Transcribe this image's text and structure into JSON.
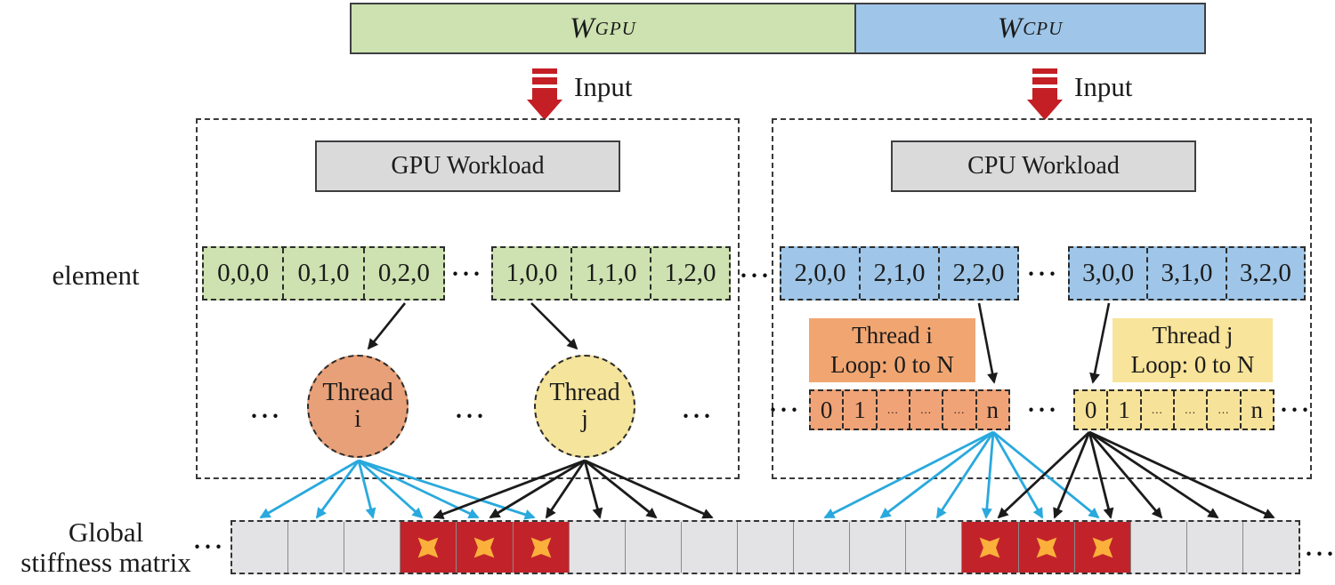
{
  "workload_bars": {
    "gpu": {
      "symbol": "W",
      "subscript": "GPU"
    },
    "cpu": {
      "symbol": "W",
      "subscript": "CPU"
    }
  },
  "input_label": "Input",
  "element_label": "element",
  "ellipsis": "···",
  "gpu_panel": {
    "title": "GPU Workload",
    "element_cells_a": [
      "0,0,0",
      "0,1,0",
      "0,2,0"
    ],
    "element_cells_b": [
      "1,0,0",
      "1,1,0",
      "1,2,0"
    ],
    "thread_i": {
      "line1": "Thread",
      "line2": "i"
    },
    "thread_j": {
      "line1": "Thread",
      "line2": "j"
    }
  },
  "cpu_panel": {
    "title": "CPU Workload",
    "element_cells_a": [
      "2,0,0",
      "2,1,0",
      "2,2,0"
    ],
    "element_cells_b": [
      "3,0,0",
      "3,1,0",
      "3,2,0"
    ],
    "thread_i_box": {
      "line1": "Thread i",
      "line2": "Loop: 0 to N"
    },
    "thread_j_box": {
      "line1": "Thread j",
      "line2": "Loop: 0 to N"
    },
    "loop_cells_i": [
      "0",
      "1",
      "...",
      "...",
      "...",
      "n"
    ],
    "loop_cells_j": [
      "0",
      "1",
      "...",
      "...",
      "...",
      "n"
    ]
  },
  "matrix": {
    "label_line1": "Global",
    "label_line2": "stiffness matrix",
    "cells": [
      "gray",
      "gray",
      "gray",
      "red",
      "red",
      "red",
      "gray",
      "gray",
      "gray",
      "gray",
      "gray",
      "gray",
      "gray",
      "red",
      "red",
      "red",
      "gray",
      "gray",
      "gray"
    ]
  },
  "colors": {
    "gpu_green": "#cde2b0",
    "cpu_blue": "#9fc6e8",
    "thread_orange": "#e8a078",
    "thread_yellow": "#f5e49c",
    "loop_box_orange": "#f1a672",
    "loop_box_yellow": "#f8e49a",
    "loop_row_orange": "#f0a377",
    "loop_row_yellow": "#f7e299",
    "conflict_red": "#c2232a",
    "star_yellow": "#fbb03b",
    "input_arrow_red": "#c41f25",
    "arrow_blue": "#29a9dd",
    "arrow_black": "#1b1b1b",
    "matrix_gray": "#e3e3e5",
    "title_box_gray": "#dadada"
  }
}
